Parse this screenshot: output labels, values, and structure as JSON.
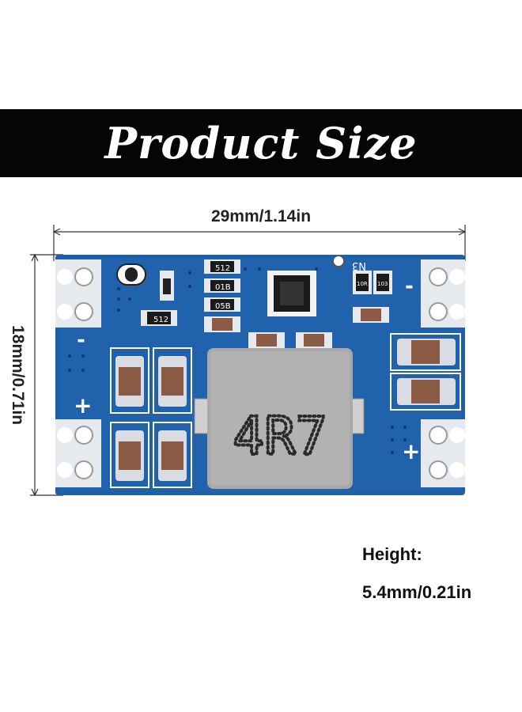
{
  "banner": {
    "title": "Product Size"
  },
  "dimensions": {
    "width": "29mm/1.14in",
    "length": "18mm/0.71in",
    "height_title": "Height:",
    "height_value": "5.4mm/0.21in"
  },
  "board": {
    "inductor_marking": "4R7",
    "silkscreen_minus": "-",
    "silkscreen_plus": "+",
    "resistor_codes": [
      "512",
      "01B",
      "05B",
      "512",
      "10R",
      "103"
    ],
    "board_marking": "N3",
    "colors": {
      "pcb": "#1f5fa8",
      "pad": "#e6e9ee",
      "inductor": "#a9a9a9",
      "capacitor": "#8a5a44"
    }
  }
}
